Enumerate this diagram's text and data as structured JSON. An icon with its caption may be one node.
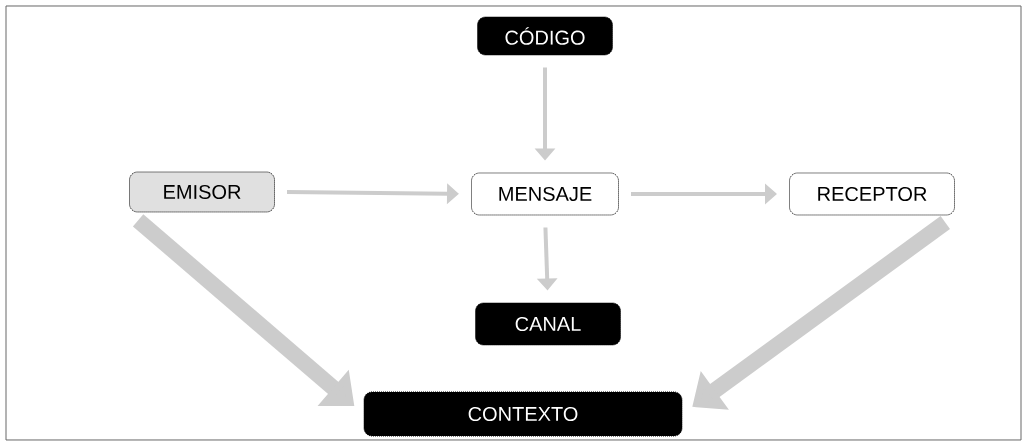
{
  "diagram": {
    "nodes": [
      {
        "text": [
          "CÓDIGO"
        ]
      },
      {
        "text": [
          "EMISOR"
        ]
      },
      {
        "text": [
          "MENSAJE"
        ]
      },
      {
        "text": [
          "RECEPTOR"
        ]
      },
      {
        "text": [
          "CANAL"
        ]
      },
      {
        "text": [
          "CONTEXTO"
        ]
      }
    ],
    "edges": [
      {
        "from": 0,
        "to": 2,
        "arrow": "to"
      },
      {
        "from": 1,
        "to": 2,
        "arrow": "to"
      },
      {
        "from": 2,
        "to": 3,
        "arrow": "to"
      },
      {
        "from": 2,
        "to": 4,
        "arrow": "to"
      },
      {
        "from": 1,
        "to": 5,
        "arrow": "to",
        "style": "thick"
      },
      {
        "from": 3,
        "to": 5,
        "arrow": "to",
        "style": "thick"
      }
    ]
  }
}
